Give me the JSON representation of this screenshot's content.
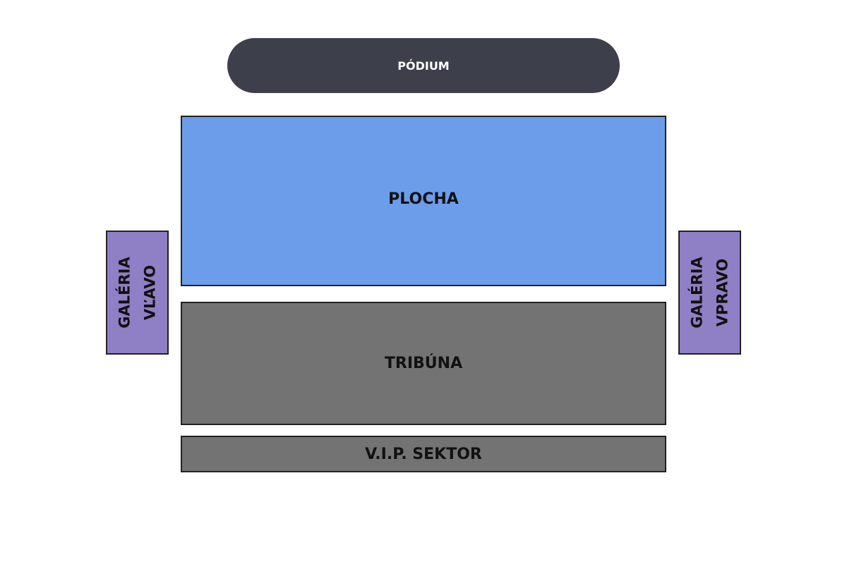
{
  "zones": {
    "podium": "PÓDIUM",
    "plocha": "PLOCHA",
    "tribuna": "TRIBÚNA",
    "vip": "V.I.P. SEKTOR",
    "gallery_left": {
      "line1": "GALÉRIA",
      "line2": "VĽAVO"
    },
    "gallery_right": {
      "line1": "GALÉRIA",
      "line2": "VPRAVO"
    }
  },
  "colors": {
    "podium": "#3d404a",
    "plocha": "#6b9deb",
    "tribuna": "#737373",
    "vip": "#737373",
    "gallery": "#8f7fc4"
  }
}
